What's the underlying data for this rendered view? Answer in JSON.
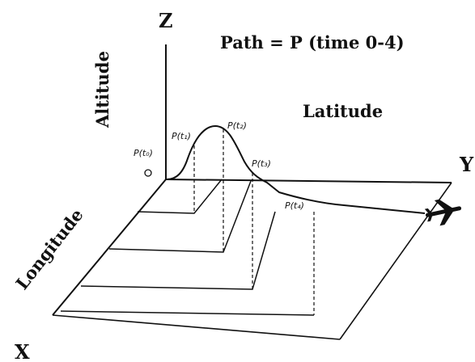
{
  "labels": {
    "axis_z": "Z",
    "axis_y": "Y",
    "axis_x": "X",
    "title": "Path = P (time 0-4)",
    "altitude": "Altitude",
    "latitude": "Latitude",
    "longitude": "Longitude"
  },
  "points": [
    {
      "label": "P(t₀)"
    },
    {
      "label": "P(t₁)"
    },
    {
      "label": "P(t₂)"
    },
    {
      "label": "P(t₃)"
    },
    {
      "label": "P(t₄)"
    }
  ],
  "icons": {
    "aircraft": "airplane-icon",
    "start_marker": "start-circle-icon"
  },
  "colors": {
    "ink": "#111111",
    "background": "#ffffff"
  }
}
